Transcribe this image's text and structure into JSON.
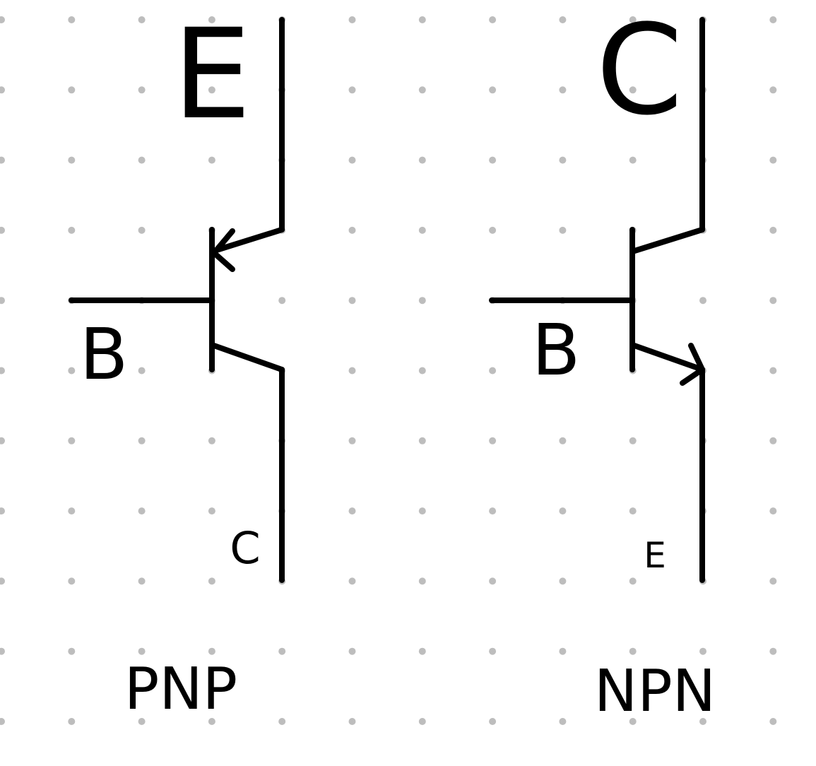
{
  "colors": {
    "background": "#ffffff",
    "grid_dot": "#bdbdbd",
    "ink": "#000000"
  },
  "pnp": {
    "name": "PNP",
    "emitter_label": "E",
    "base_label": "B",
    "collector_label": "C"
  },
  "npn": {
    "name": "NPN",
    "collector_label": "C",
    "base_label": "B",
    "emitter_label": "E"
  }
}
